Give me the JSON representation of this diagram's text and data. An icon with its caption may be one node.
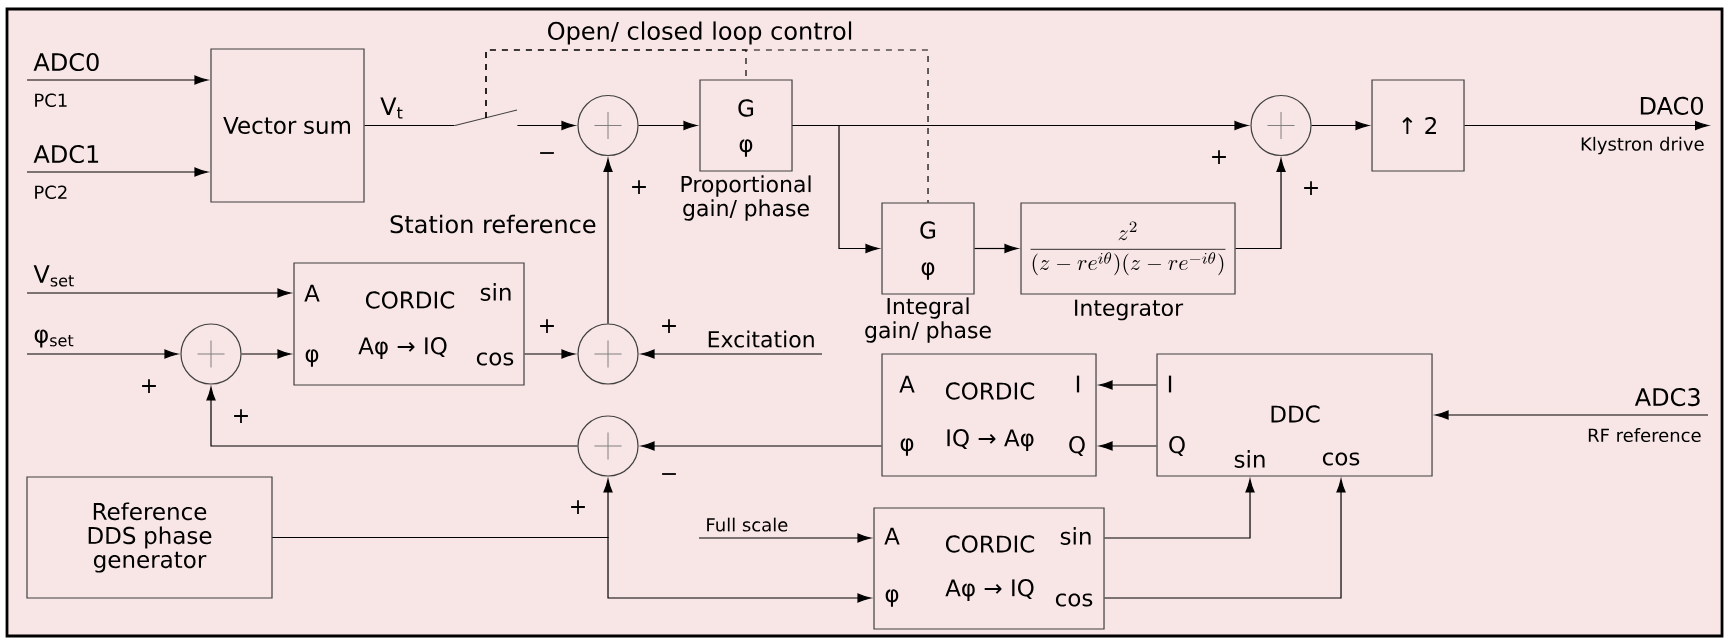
{
  "diagram": {
    "nodes": [
      {
        "text": [
          "ADC0",
          "PC1"
        ]
      },
      {
        "text": [
          "ADC1",
          "PC2"
        ]
      },
      {
        "text": [
          "Vector sum"
        ]
      },
      {
        "text": [],
        "shape": "switch"
      },
      {
        "text": [],
        "shape": "circle"
      },
      {
        "text": [
          "G",
          "φ"
        ],
        "beside": [
          "Proportional gain/ phase"
        ]
      },
      {
        "text": [],
        "shape": "circle"
      },
      {
        "text": [
          "↑ 2"
        ]
      },
      {
        "text": [
          "DAC0",
          "Klystron drive"
        ]
      },
      {
        "text": [
          "G",
          "φ"
        ],
        "beside": [
          "Integral gain/ phase"
        ]
      },
      {
        "text": [
          "\\frac{z^2}{(z-re^{i\\theta})(z-re^{-i\\theta})}"
        ],
        "beside": [
          "Integrator"
        ]
      },
      {
        "text": [
          "V$_{set}$"
        ]
      },
      {
        "text": [
          "φ$_{set}$"
        ]
      },
      {
        "text": [],
        "shape": "circle"
      },
      {
        "text": [
          "A",
          "CORDIC",
          "sin",
          "φ",
          "Aφ → IQ",
          "cos"
        ]
      },
      {
        "text": [],
        "shape": "circle"
      },
      {
        "text": [
          "Excitation"
        ]
      },
      {
        "text": [
          "A",
          "CORDIC",
          "I",
          "φ",
          "IQ → Aφ",
          "Q"
        ]
      },
      {
        "text": [
          "I",
          "DDC",
          "Q",
          "sin",
          "cos"
        ]
      },
      {
        "text": [
          "ADC3",
          "RF reference"
        ]
      },
      {
        "text": [],
        "shape": "circle"
      },
      {
        "text": [
          "Reference DDS phase generator"
        ]
      },
      {
        "text": [
          "Full scale"
        ]
      },
      {
        "text": [
          "A",
          "CORDIC",
          "sin",
          "φ",
          "Aφ → IQ",
          "cos"
        ]
      }
    ],
    "edges": [
      {
        "from": 0,
        "to": 2,
        "arrow": "to"
      },
      {
        "from": 1,
        "to": 2,
        "arrow": "to"
      },
      {
        "from": 2,
        "to": 3,
        "arrow": "none",
        "label": "V$_{t}$"
      },
      {
        "from": 3,
        "to": 4,
        "arrow": "to"
      },
      {
        "from": 4,
        "to": 5,
        "arrow": "to"
      },
      {
        "from": 5,
        "to": 6,
        "arrow": "to"
      },
      {
        "from": 5,
        "to": 9,
        "arrow": "to"
      },
      {
        "from": 6,
        "to": 7,
        "arrow": "to"
      },
      {
        "from": 7,
        "to": 8,
        "arrow": "to"
      },
      {
        "from": 9,
        "to": 10,
        "arrow": "to"
      },
      {
        "from": 10,
        "to": 6,
        "arrow": "to"
      },
      {
        "from": 3,
        "to": 5,
        "arrow": "none",
        "style": "dashed",
        "label": "Open/ closed loop control"
      },
      {
        "from": 3,
        "to": 9,
        "arrow": "none",
        "style": "dashed"
      },
      {
        "from": 11,
        "to": 14,
        "arrow": "to"
      },
      {
        "from": 12,
        "to": 13,
        "arrow": "to"
      },
      {
        "from": 13,
        "to": 14,
        "arrow": "to"
      },
      {
        "from": 14,
        "to": 15,
        "arrow": "to"
      },
      {
        "from": 16,
        "to": 15,
        "arrow": "to"
      },
      {
        "from": 15,
        "to": 4,
        "arrow": "to",
        "label": "Station reference"
      },
      {
        "from": 19,
        "to": 18,
        "arrow": "to"
      },
      {
        "from": 18,
        "to": 17,
        "arrow": "to"
      },
      {
        "from": 18,
        "to": 17,
        "arrow": "to"
      },
      {
        "from": 17,
        "to": 20,
        "arrow": "to"
      },
      {
        "from": 20,
        "to": 13,
        "arrow": "to"
      },
      {
        "from": 21,
        "to": 20,
        "arrow": "to"
      },
      {
        "from": 21,
        "to": 23,
        "arrow": "to"
      },
      {
        "from": 22,
        "to": 23,
        "arrow": "to"
      },
      {
        "from": 23,
        "to": 18,
        "arrow": "to"
      },
      {
        "from": 23,
        "to": 18,
        "arrow": "to"
      }
    ],
    "labels": [
      "−",
      "+",
      "+",
      "+",
      "+",
      "+",
      "+",
      "+",
      "−",
      "+"
    ]
  }
}
